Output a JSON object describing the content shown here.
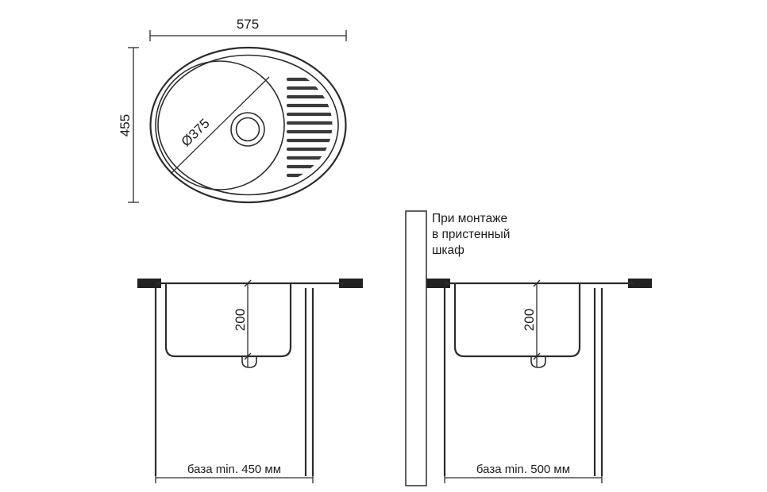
{
  "colors": {
    "line": "#2c2c2c",
    "text": "#1d1d1d",
    "panel_fill": "#c4c4c4"
  },
  "top_view": {
    "width_label": "575",
    "height_label": "455",
    "bowl_diameter_label": "Ø375"
  },
  "section_left": {
    "depth_label": "200",
    "base_label": "база min. 450 мм"
  },
  "section_right": {
    "depth_label": "200",
    "base_label": "база min. 500 мм",
    "note_lines": [
      "При монтаже",
      "в пристенный",
      "шкаф"
    ]
  }
}
